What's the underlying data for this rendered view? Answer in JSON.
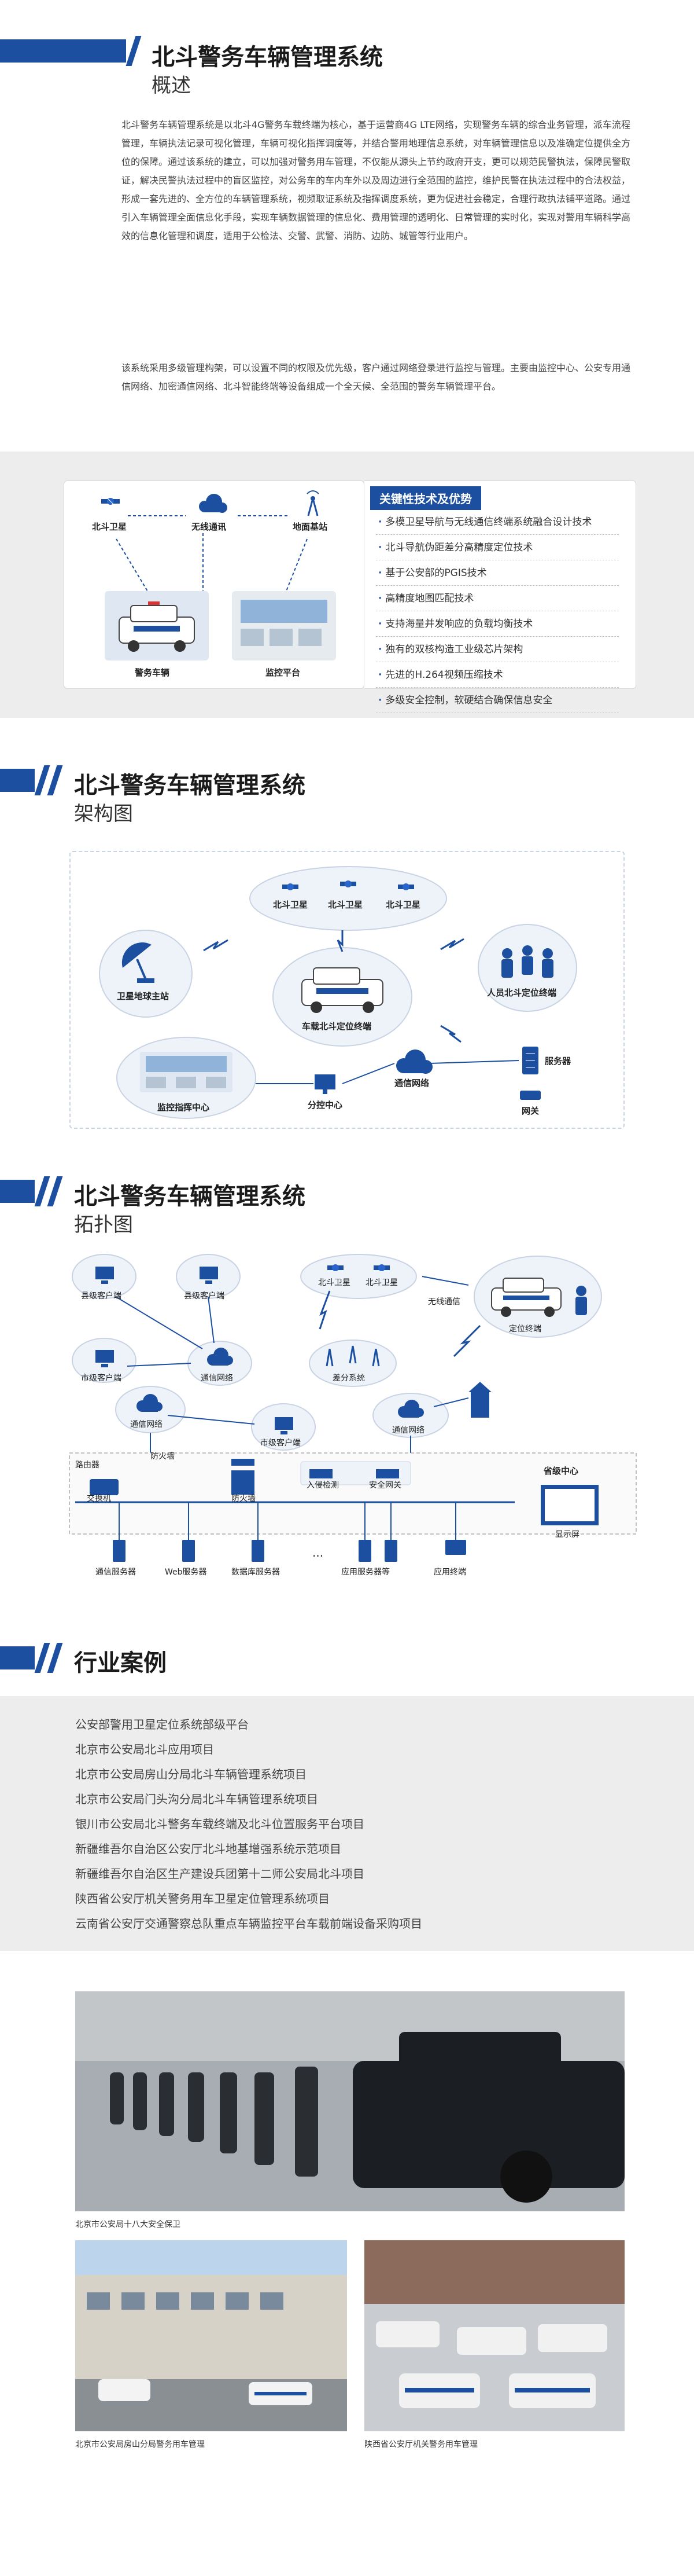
{
  "overview": {
    "title": "北斗警务车辆管理系统",
    "subtitle": "概述",
    "paragraph1": "北斗警务车辆管理系统是以北斗4G警务车载终端为核心，基于运营商4G LTE网络，实现警务车辆的综合业务管理，派车流程管理，车辆执法记录可视化管理，车辆可视化指挥调度等，并结合警用地理信息系统，对车辆管理信息以及准确定位提供全方位的保障。通过该系统的建立，可以加强对警务用车管理，不仅能从源头上节约政府开支，更可以规范民警执法，保障民警取证，解决民警执法过程中的盲区监控，对公务车的车内车外以及周边进行全范围的监控，维护民警在执法过程中的合法权益，形成一套先进的、全方位的车辆管理系统，视频取证系统及指挥调度系统，更为促进社会稳定，合理行政执法铺平道路。通过引入车辆管理全面信息化手段，实现车辆数据管理的信息化、费用管理的透明化、日常管理的实时化，实现对警用车辆科学高效的信息化管理和调度，适用于公检法、交警、武警、消防、边防、城管等行业用户。",
    "paragraph2": "该系统采用多级管理构架，可以设置不同的权限及优先级，客户通过网络登录进行监控与管理。主要由监控中心、公安专用通信网络、加密通信网络、北斗智能终端等设备组成一个全天候、全范围的警务车辆管理平台。"
  },
  "overview_diagram": {
    "labels": {
      "satellite": "北斗卫星",
      "wireless": "无线通讯",
      "base_station": "地面基站",
      "vehicle": "警务车辆",
      "platform": "监控平台"
    },
    "key_tech_title": "关键性技术及优势",
    "key_tech": [
      "多模卫星导航与无线通信终端系统融合设计技术",
      "北斗导航伪距差分高精度定位技术",
      "基于公安部的PGIS技术",
      "高精度地图匹配技术",
      "支持海量并发响应的负载均衡技术",
      "独有的双核构造工业级芯片架构",
      "先进的H.264视频压缩技术",
      "多级安全控制，软硬结合确保信息安全"
    ]
  },
  "architecture": {
    "title": "北斗警务车辆管理系统",
    "subtitle": "架构图",
    "labels": {
      "sat1": "北斗卫星",
      "sat2": "北斗卫星",
      "sat3": "北斗卫星",
      "ground_station": "卫星地球主站",
      "terminal": "车载北斗定位终端",
      "personnel": "人员北斗定位终端",
      "network": "通信网络",
      "server": "服务器",
      "gateway": "网关",
      "command": "监控指挥中心",
      "sub_center": "分控中心"
    }
  },
  "topology": {
    "title": "北斗警务车辆管理系统",
    "subtitle": "拓扑图",
    "labels": {
      "county_client": "县级客户端",
      "county_client2": "县级客户端",
      "city_client": "市级客户端",
      "comm_net1": "通信网络",
      "comm_net2": "通信网络",
      "comm_net3": "通信网络",
      "city_client2": "市级客户端",
      "sat1": "北斗卫星",
      "sat2": "北斗卫星",
      "wireless": "无线通信",
      "diff_system": "差分系统",
      "locator": "定位终端",
      "router": "路由器",
      "firewall1": "防火墙",
      "switch": "交换机",
      "firewall2": "防火墙",
      "access_gw": "入侵检测",
      "security_gw": "安全网关",
      "province_center": "省级中心",
      "display": "显示屏",
      "comm_server": "通信服务器",
      "web_server": "Web服务器",
      "db_server": "数据库服务器",
      "dots": "...",
      "app_servers": "应用服务器等",
      "app_terminal": "应用终端"
    }
  },
  "cases": {
    "title": "行业案例",
    "items": [
      "公安部警用卫星定位系统部级平台",
      "北京市公安局北斗应用项目",
      "北京市公安局房山分局北斗车辆管理系统项目",
      "北京市公安局门头沟分局北斗车辆管理系统项目",
      "银川市公安局北斗警务车载终端及北斗位置服务平台项目",
      "新疆维吾尔自治区公安厅北斗地基增强系统示范项目",
      "新疆维吾尔自治区生产建设兵团第十二师公安局北斗项目",
      "陕西省公安厅机关警务用车卫星定位管理系统项目",
      "云南省公安厅交通警察总队重点车辆监控平台车载前端设备采购项目"
    ],
    "photos": [
      {
        "caption": "北京市公安局十八大安全保卫"
      },
      {
        "caption": "北京市公安局房山分局警务用车管理"
      },
      {
        "caption": "陕西省公安厅机关警务用车管理"
      }
    ]
  },
  "colors": {
    "brand": "#1d4fa0",
    "band": "#ededed"
  }
}
